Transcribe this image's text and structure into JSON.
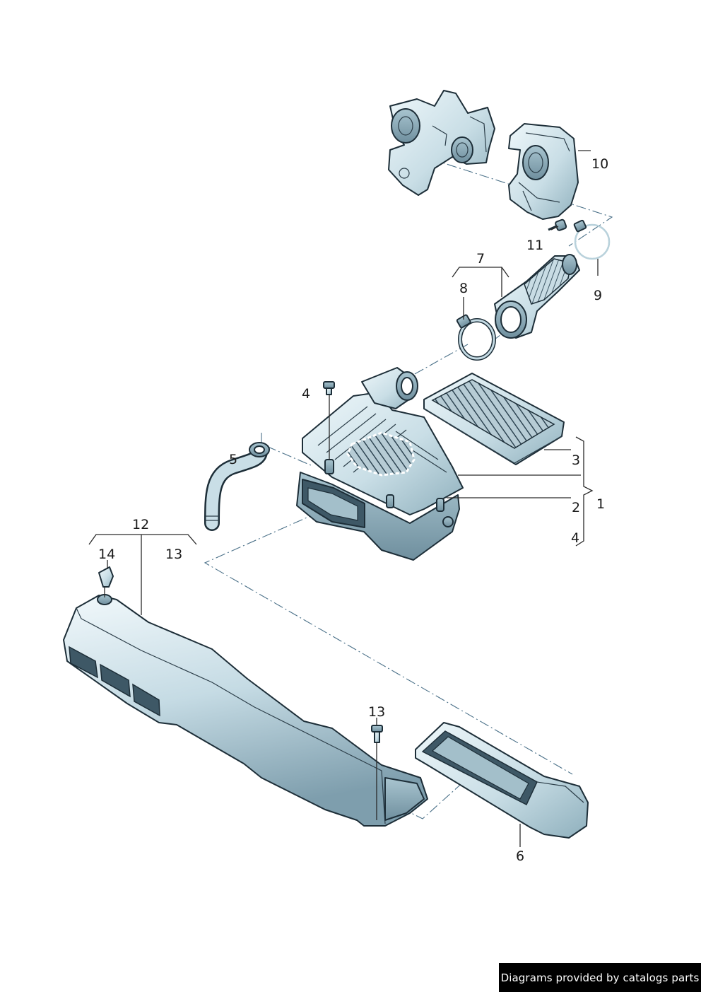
{
  "diagram": {
    "colors": {
      "part_fill_light": "#dfeef3",
      "part_fill_mid": "#b9d2dc",
      "part_fill_dark": "#7f9fae",
      "outline": "#1d2e38",
      "centerline": "#4a7088"
    },
    "callouts": {
      "c1": "1",
      "c2": "2",
      "c3": "3",
      "c4a": "4",
      "c4b": "4",
      "c5": "5",
      "c6": "6",
      "c7": "7",
      "c8": "8",
      "c9": "9",
      "c10": "10",
      "c11": "11",
      "c12": "12",
      "c13a": "13",
      "c13b": "13",
      "c14": "14"
    }
  },
  "footer": {
    "credit": "Diagrams provided by catalogs parts"
  }
}
